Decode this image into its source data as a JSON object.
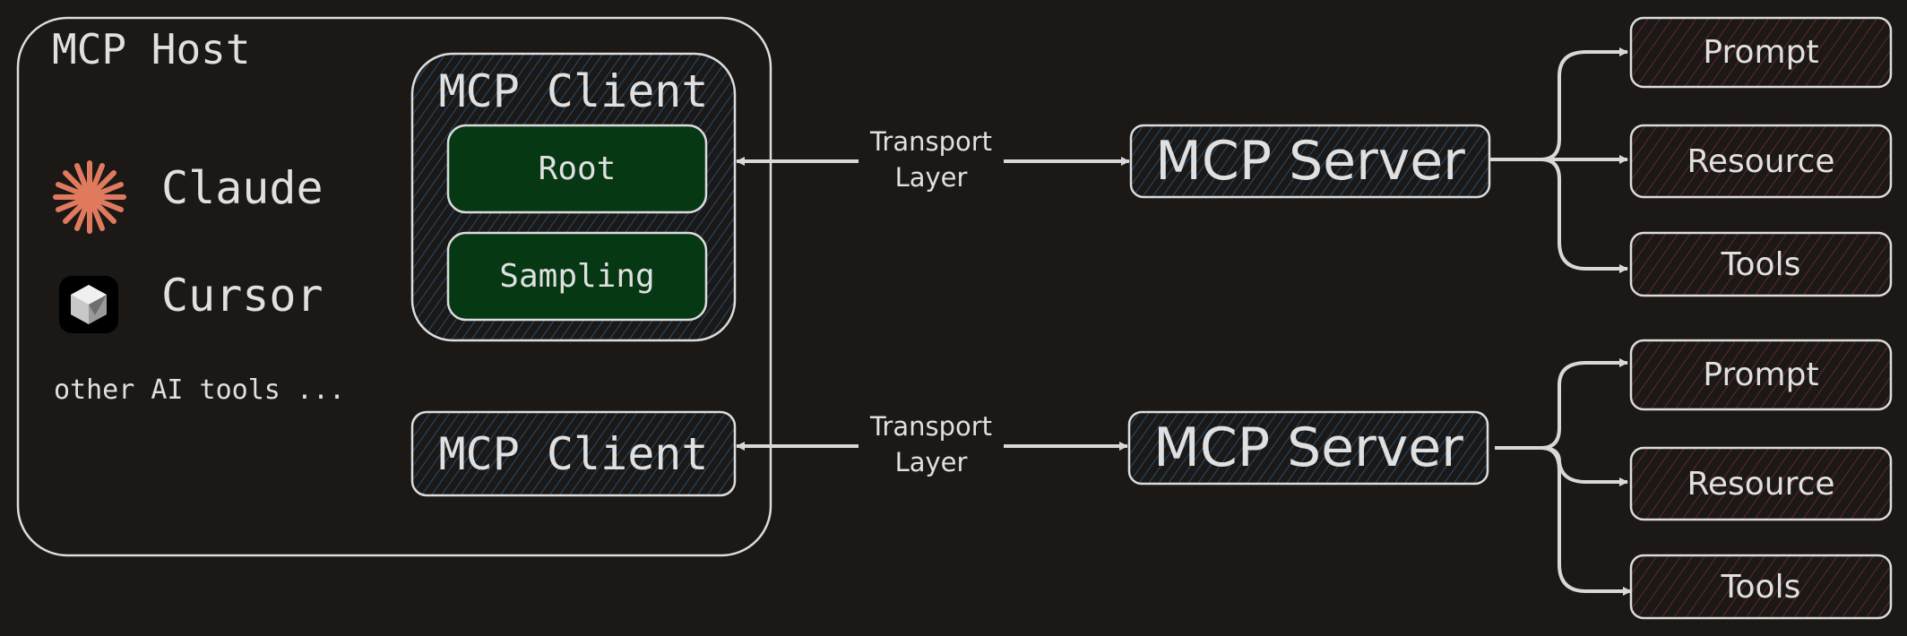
{
  "host": {
    "title": "MCP Host",
    "apps": [
      {
        "name": "Claude",
        "icon": "claude-starburst-icon",
        "icon_color": "#e07a5f"
      },
      {
        "name": "Cursor",
        "icon": "cursor-cube-icon",
        "icon_color": "#000000"
      }
    ],
    "other_label": "other AI tools ..."
  },
  "clients": [
    {
      "title": "MCP Client",
      "capabilities": [
        "Root",
        "Sampling"
      ]
    },
    {
      "title": "MCP Client",
      "capabilities": []
    }
  ],
  "transport": [
    {
      "line1": "Transport",
      "line2": "Layer"
    },
    {
      "line1": "Transport",
      "line2": "Layer"
    }
  ],
  "servers": [
    {
      "title": "MCP Server",
      "primitives": [
        "Prompt",
        "Resource",
        "Tools"
      ]
    },
    {
      "title": "MCP Server",
      "primitives": [
        "Prompt",
        "Resource",
        "Tools"
      ]
    }
  ],
  "colors": {
    "background": "#1b1816",
    "stroke": "#dcdcdc",
    "client_hatch": "#1e4a73",
    "capability_fill": "#053813",
    "primitive_hatch": "#6b2a2a",
    "claude_orange": "#e07a5f"
  }
}
